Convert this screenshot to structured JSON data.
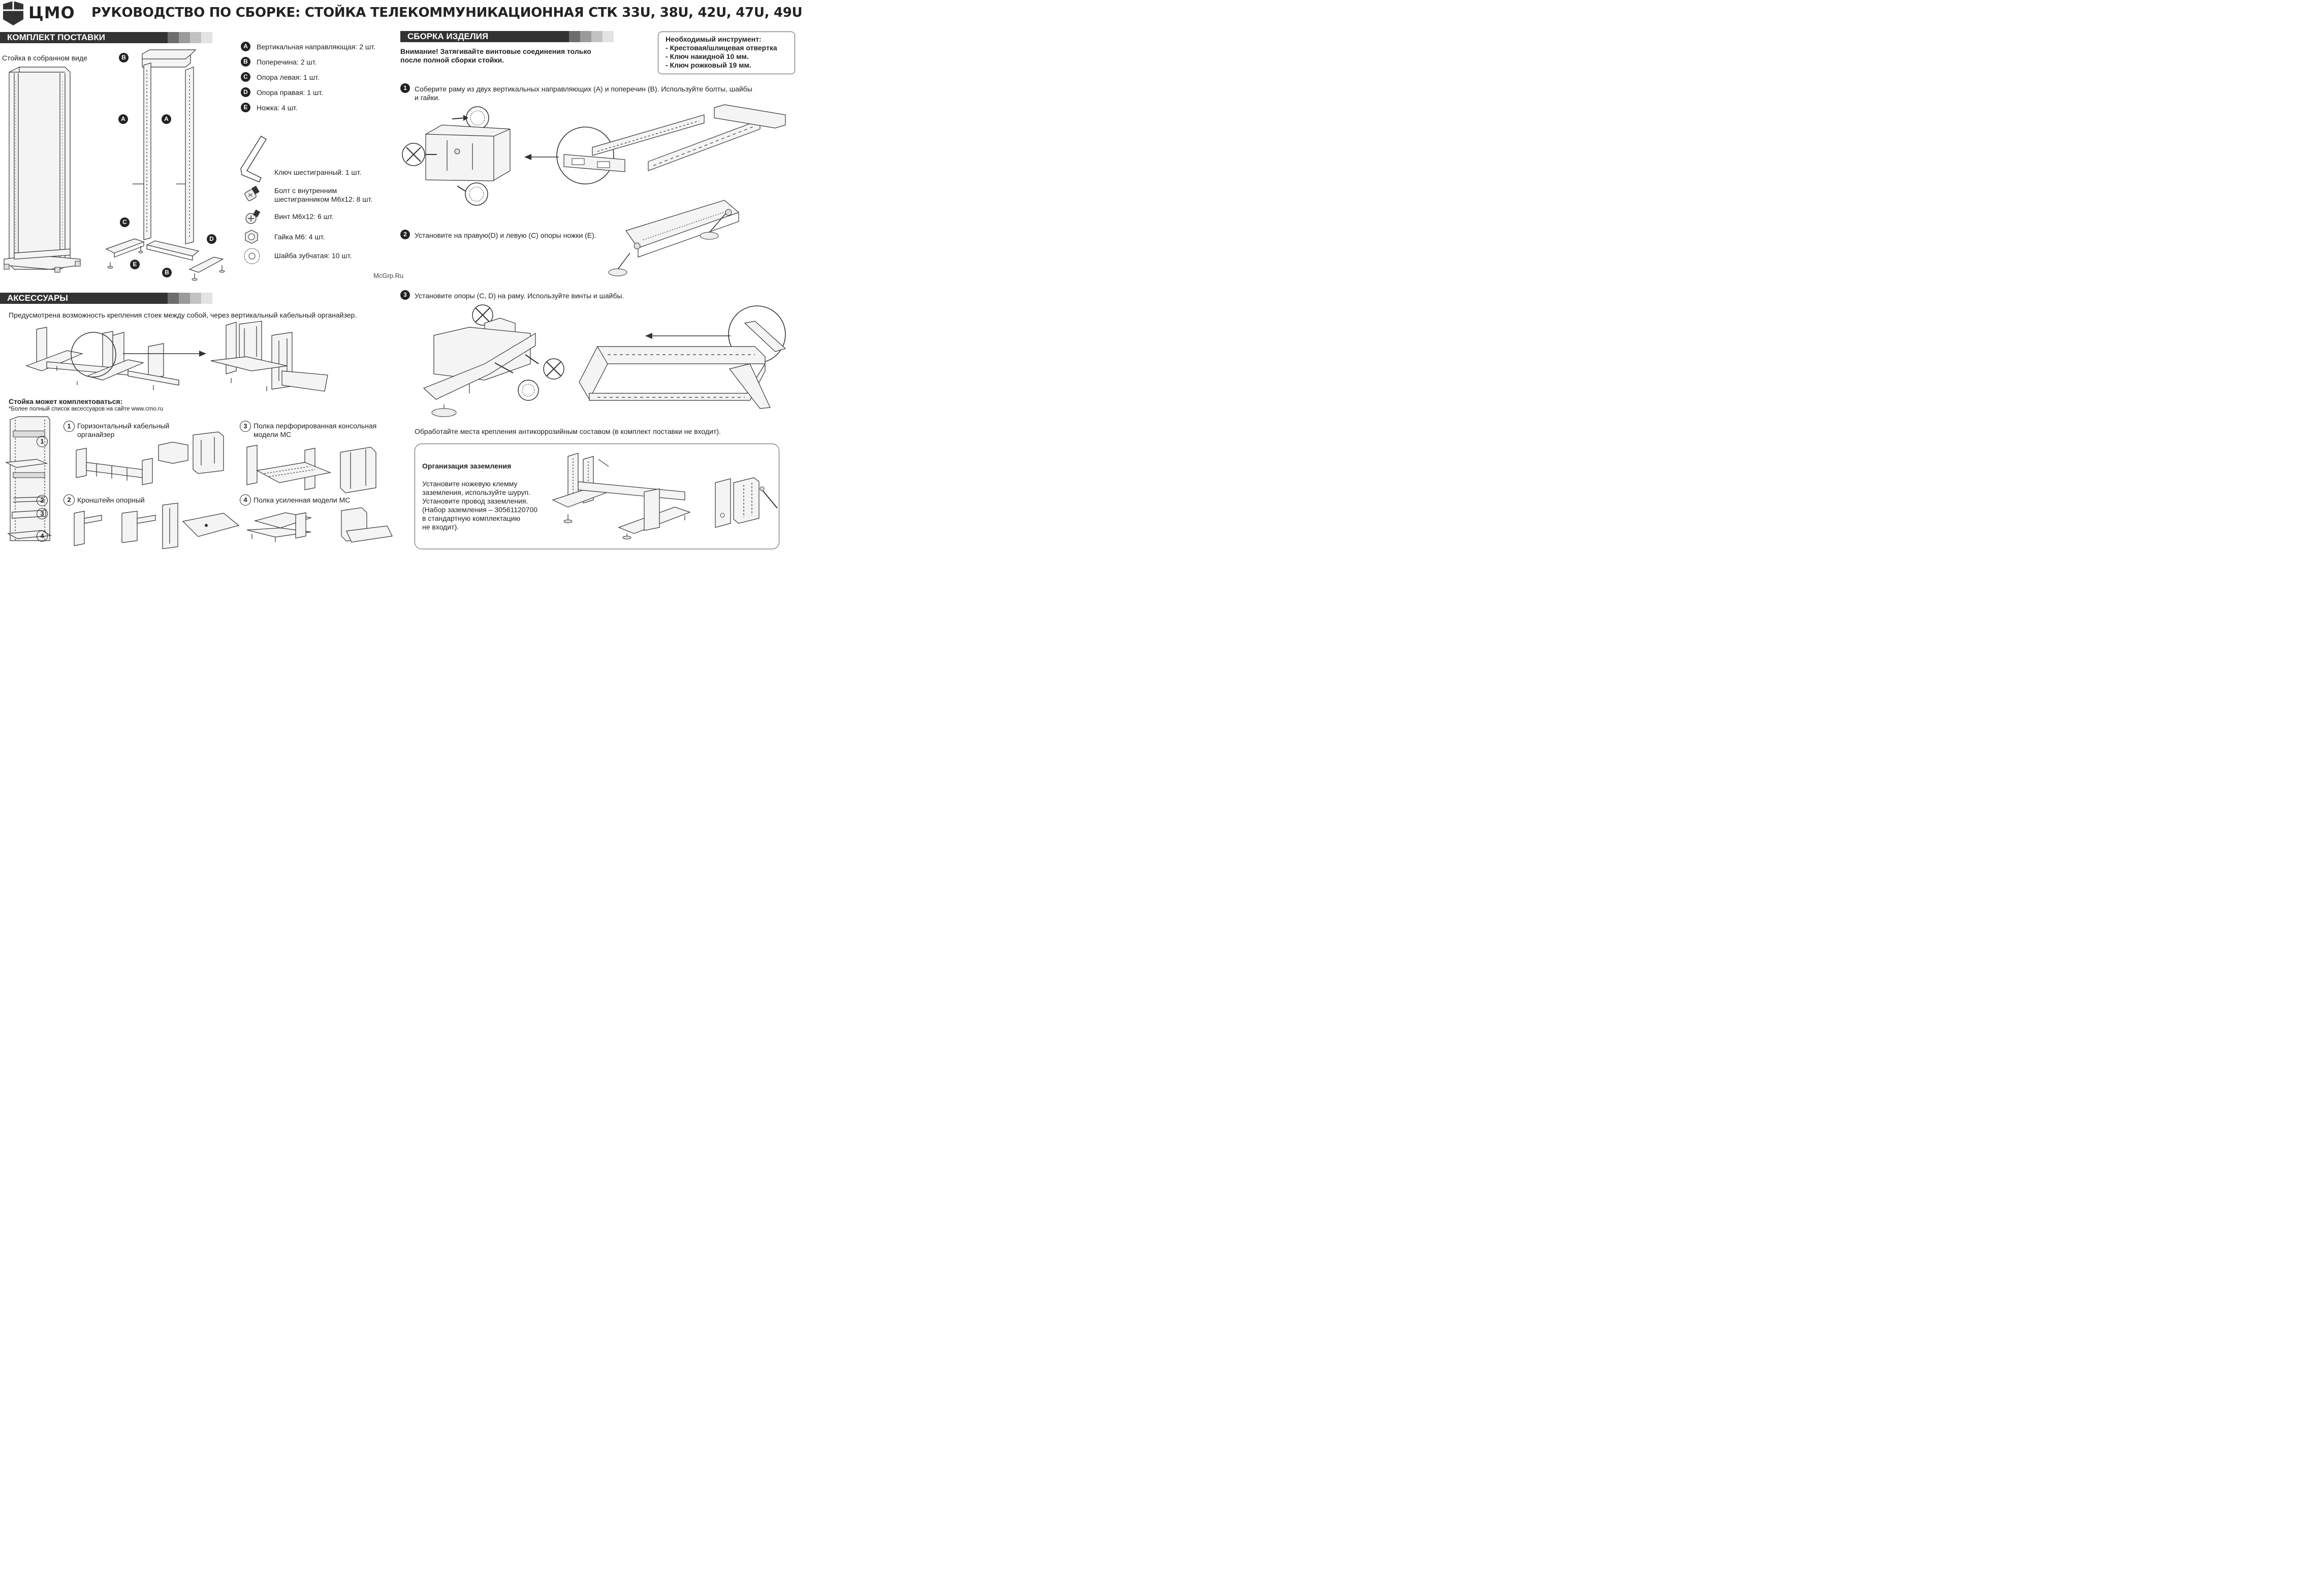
{
  "header": {
    "logo_text": "ЦМО",
    "title": "РУКОВОДСТВО ПО СБОРКЕ: СТОЙКА ТЕЛЕКОММУНИКАЦИОННАЯ СТК 33U, 38U, 42U, 47U, 49U"
  },
  "kit": {
    "section_title": "КОМПЛЕКТ ПОСТАВКИ",
    "assembled_label": "Стойка в собранном виде",
    "items": [
      {
        "letter": "A",
        "text": "Вертикальная направляющая: 2 шт."
      },
      {
        "letter": "B",
        "text": "Поперечина: 2 шт."
      },
      {
        "letter": "C",
        "text": "Опора левая: 1 шт."
      },
      {
        "letter": "D",
        "text": "Опора правая: 1 шт."
      },
      {
        "letter": "E",
        "text": "Ножка: 4 шт."
      }
    ],
    "hardware": [
      {
        "text": "Ключ шестигранный: 1 шт."
      },
      {
        "text": "Болт с внутренним\nшестигранником М6х12: 8 шт."
      },
      {
        "text": "Винт М6х12: 6 шт."
      },
      {
        "text": "Гайка М6: 4 шт."
      },
      {
        "text": "Шайба зубчатая: 10 шт."
      }
    ],
    "callouts": {
      "a1": "A",
      "a2": "A",
      "b1": "B",
      "b2": "B",
      "c": "C",
      "d": "D",
      "e": "E"
    }
  },
  "accessories": {
    "section_title": "АКСЕССУАРЫ",
    "intro": "Предусмотрена возможность крепления стоек между собой, через вертикальный кабельный органайзер.",
    "options_title": "Стойка может комплектоваться:",
    "options_note": "*Более полный список аксессуаров на сайте www.cmo.ru",
    "items": [
      {
        "num": "1",
        "text": "Горизонтальный кабельный\nорганайзер"
      },
      {
        "num": "2",
        "text": "Кронштейн опорный"
      },
      {
        "num": "3",
        "text": "Полка перфорированная консольная\nмодели МС"
      },
      {
        "num": "4",
        "text": "Полка усиленная модели МС"
      }
    ],
    "rack_labels": [
      "1",
      "2",
      "3",
      "4"
    ]
  },
  "assembly": {
    "section_title": "СБОРКА ИЗДЕЛИЯ",
    "warning": "Внимание! Затягивайте винтовые соединения только\nпосле полной сборки стойки.",
    "tools_title": "Необходимый инструмент:",
    "tools": [
      "- Крестовая/шлицевая отвертка",
      "- Ключ накидной 10 мм.",
      "- Ключ рожковый 19 мм."
    ],
    "steps": [
      {
        "num": "1",
        "text": "Соберите раму из двух вертикальных направляющих (А) и поперечин (В). Используйте болты, шайбы\nи гайки."
      },
      {
        "num": "2",
        "text": "Установите на правую(D) и левую (С) опоры ножки (Е)."
      },
      {
        "num": "3",
        "text": "Установите опоры (С, D) на раму. Используйте винты и шайбы."
      }
    ],
    "anticorrosion": "Обработайте места крепления антикоррозийным составом (в комплект поставки не входит).",
    "grounding_title": "Организация заземления",
    "grounding_text": "Установите ножевую клемму\nзаземления, используйте шуруп.\nУстановите провод  заземления.\n(Набор заземления – 30561120700\nв стандартную комплектацию\nне входит).",
    "watermark": "McGrp.Ru"
  }
}
